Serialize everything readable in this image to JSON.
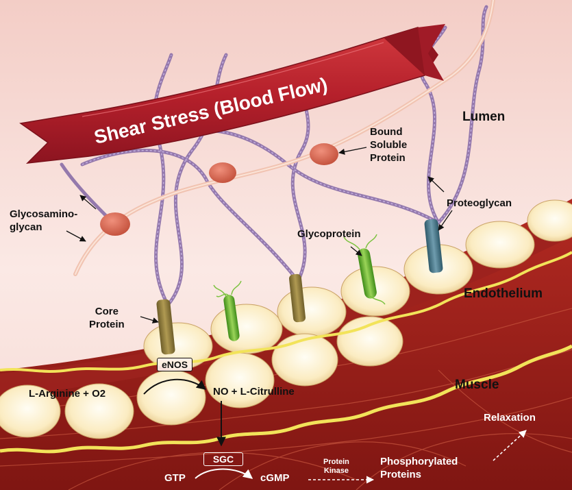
{
  "banner": {
    "text": "Shear Stress (Blood Flow)"
  },
  "labels": {
    "lumen": "Lumen",
    "bound_protein_line1": "Bound",
    "bound_protein_line2": "Soluble",
    "bound_protein_line3": "Protein",
    "glycosaminoglycan_line1": "Glycosamino-",
    "glycosaminoglycan_line2": "glycan",
    "proteoglycan": "Proteoglycan",
    "glycoprotein": "Glycoprotein",
    "endothelium": "Endothelium",
    "core_protein_line1": "Core",
    "core_protein_line2": "Protein",
    "muscle": "Muscle",
    "relaxation": "Relaxation"
  },
  "pathway": {
    "enos": "eNOS",
    "substrate": "L-Arginine + O2",
    "product": "NO + L-Citrulline",
    "sgc": "SGC",
    "gtp": "GTP",
    "cgmp": "cGMP",
    "kinase_line1": "Protein",
    "kinase_line2": "Kinase",
    "phospho_line1": "Phosphorylated",
    "phospho_line2": "Proteins"
  },
  "colors": {
    "lumen_bg": "#f7dcd6",
    "banner_red": "#b5202b",
    "endothelium_band": "#a82a26",
    "cell_fill": "#fbecc2",
    "muscle_bg": "#9c1f1a",
    "glycan_strand": "#8a6ea8",
    "gag_strand": "#f1c3b1",
    "bound_protein": "#d8644e",
    "core_protein": "#8c7a3e",
    "proteoglycan_core": "#46788a",
    "glycoprotein": "#6ab82e"
  }
}
